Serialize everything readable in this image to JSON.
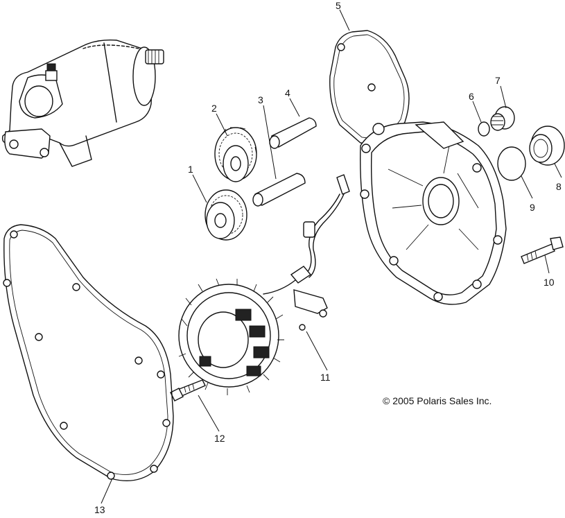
{
  "callouts": {
    "c1": "1",
    "c2": "2",
    "c3": "3",
    "c4": "4",
    "c5": "5",
    "c6": "6",
    "c7": "7",
    "c8": "8",
    "c9": "9",
    "c10": "10",
    "c11": "11",
    "c12": "12",
    "c13": "13"
  },
  "copyright": "© 2005 Polaris Sales Inc."
}
